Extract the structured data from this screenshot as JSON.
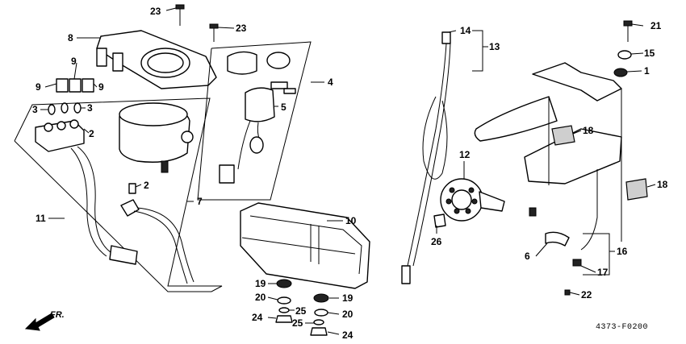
{
  "diagram_code": "4373-F0200",
  "direction_label": "FR.",
  "callouts": {
    "c1": "1",
    "c2a": "2",
    "c2b": "2",
    "c3a": "3",
    "c3b": "3",
    "c4": "4",
    "c5": "5",
    "c6": "6",
    "c7": "7",
    "c8": "8",
    "c9a": "9",
    "c9b": "9",
    "c9c": "9",
    "c10": "10",
    "c11": "11",
    "c12": "12",
    "c13": "13",
    "c14": "14",
    "c15": "15",
    "c16": "16",
    "c17": "17",
    "c18a": "18",
    "c18b": "18",
    "c19a": "19",
    "c19b": "19",
    "c20a": "20",
    "c20b": "20",
    "c21": "21",
    "c22": "22",
    "c23a": "23",
    "c23b": "23",
    "c24a": "24",
    "c24b": "24",
    "c25a": "25",
    "c25b": "25",
    "c26": "26"
  }
}
